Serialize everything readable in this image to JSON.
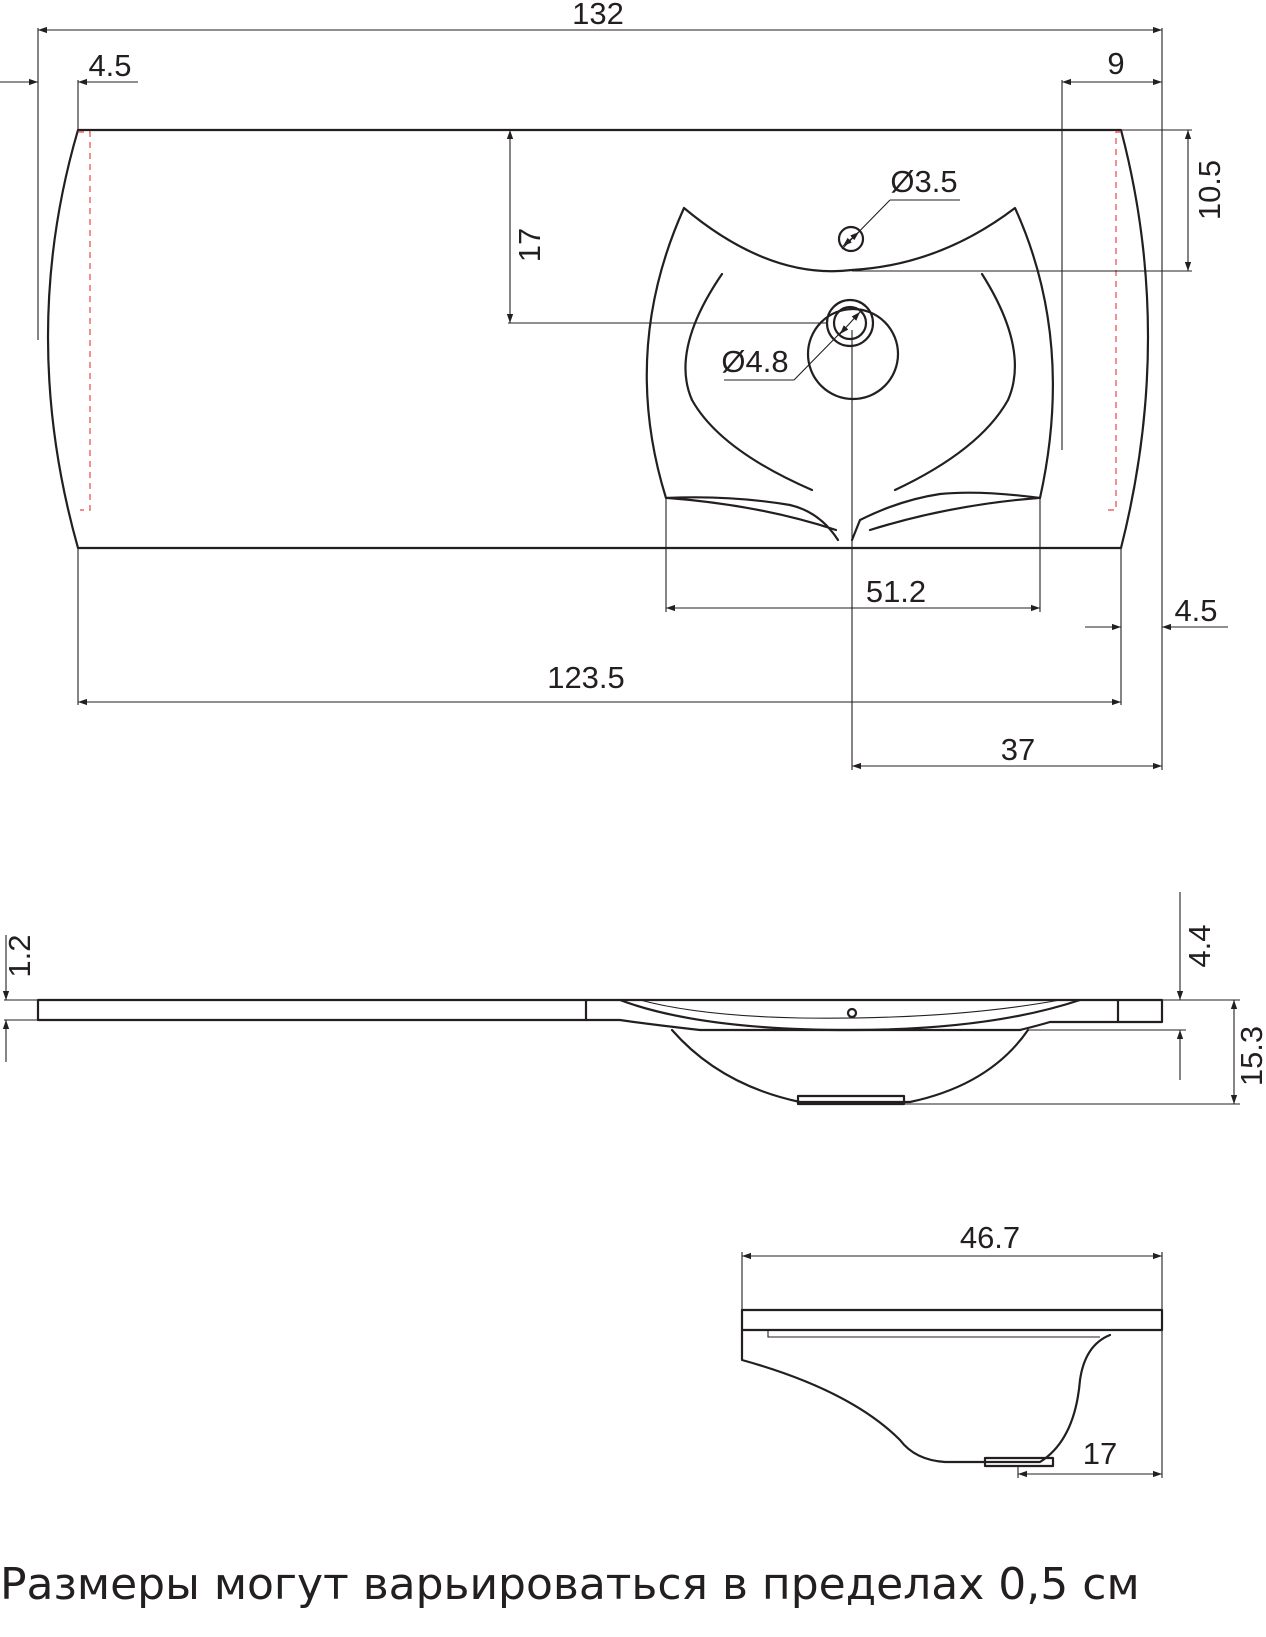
{
  "top_view": {
    "dim_total_width": "132",
    "dim_left_edge": "4.5",
    "dim_right_edge": "9",
    "dim_bowl_offset": "10.5",
    "dim_drain_offset": "17",
    "dim_tap_hole": "Ø3.5",
    "dim_drain_hole": "Ø4.8",
    "dim_bowl_width": "51.2",
    "dim_right_bottom_edge": "4.5",
    "dim_bottom_width": "123.5",
    "dim_drain_to_edge": "37"
  },
  "front_view": {
    "dim_slab_thickness": "1.2",
    "dim_rim_height": "4.4",
    "dim_total_height": "15.3"
  },
  "side_view": {
    "dim_depth": "46.7",
    "dim_drain_position": "17"
  },
  "note": "Размеры могут варьироваться в пределах 0,5 см"
}
